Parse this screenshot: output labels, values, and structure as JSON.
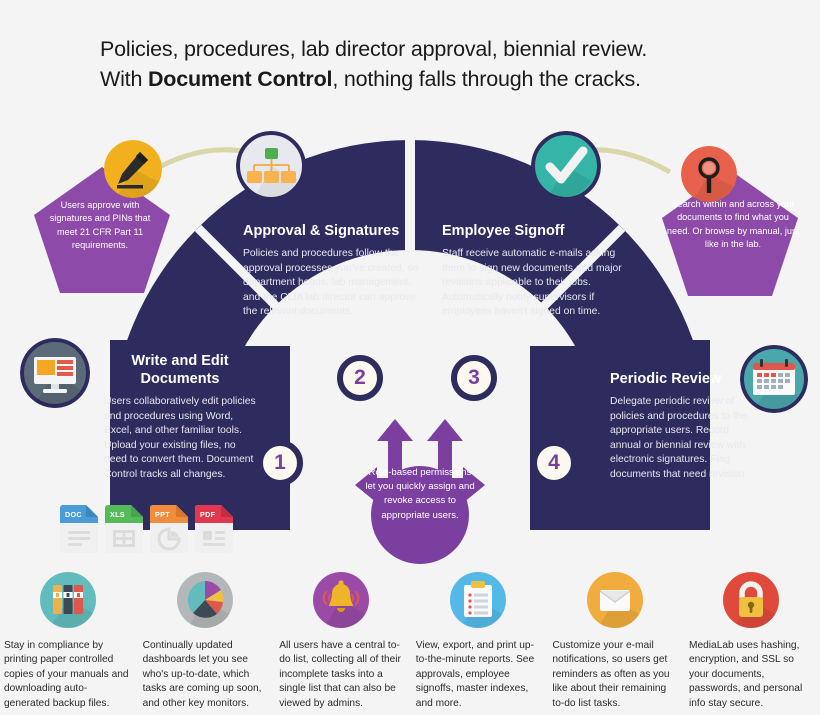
{
  "headline": {
    "line1": "Policies, procedures, lab director approval, biennial review.",
    "line2_pre": "With ",
    "line2_bold": "Document Control",
    "line2_post": ", nothing falls through the cracks."
  },
  "callouts": {
    "left": {
      "icon": "pencil-icon",
      "icon_color": "#f2b01e",
      "text": "Users approve with signatures and PINs that meet 21 CFR Part 11 requirements.",
      "fill": "#8d4aa8"
    },
    "right": {
      "icon": "magnifier-icon",
      "icon_color": "#e8614c",
      "text": "Search within and across your documents to find what you need. Or browse by manual, just like in the lab.",
      "fill": "#8d4aa8"
    }
  },
  "segments": [
    {
      "id": "approval",
      "number": "2",
      "icon": "org-chart-icon",
      "icon_color": "#e7e9ee",
      "title": "Approval & Signatures",
      "body": "Policies and procedures follow the approval processes you've created, so department heads, lab management, and the CLIA lab director can approve the relevant documents."
    },
    {
      "id": "signoff",
      "number": "3",
      "icon": "checkmark-icon",
      "icon_color": "#35b5a8",
      "title": "Employee Signoff",
      "body": "Staff receive automatic e-mails asking them to sign new documents and major revisions applicable to their jobs. Automatically notify supervisors if employees haven't signed on time."
    },
    {
      "id": "write",
      "number": "1",
      "icon": "monitor-icon",
      "icon_color": "#5c6b7a",
      "title_l1": "Write and Edit",
      "title_l2": "Documents",
      "body": "Users collaboratively edit policies and procedures using Word, Excel, and other familiar tools. Upload your existing files, no need to convert them. Document Control tracks all changes."
    },
    {
      "id": "review",
      "number": "4",
      "icon": "calendar-icon",
      "icon_color": "#4aa8ac",
      "title": "Periodic Review",
      "body": "Delegate periodic review of policies and procedures to the appropriate users. Record annual or biennial review with electronic signatures. Flag documents that need revision."
    }
  ],
  "numbers": {
    "one": "1",
    "two": "2",
    "three": "3",
    "four": "4"
  },
  "hub": {
    "text": "Role-based permissions let you quickly assign and revoke access to appropriate users.",
    "color": "#7b3fa0"
  },
  "file_icons": [
    {
      "label": "DOC",
      "color": "#4a9cd6",
      "shade": "#3a86bd",
      "glyph": "lines-icon"
    },
    {
      "label": "XLS",
      "color": "#56ba5b",
      "shade": "#46a44b",
      "glyph": "table-icon"
    },
    {
      "label": "PPT",
      "color": "#f08c3c",
      "shade": "#d9762a",
      "glyph": "pie-icon"
    },
    {
      "label": "PDF",
      "color": "#e0394f",
      "shade": "#c52c41",
      "glyph": "list-icon"
    }
  ],
  "features": [
    {
      "icon": "binders-icon",
      "icon_color": "#63bcbc",
      "text": "Stay in compliance by printing paper controlled copies of your manuals and downloading auto-generated backup files."
    },
    {
      "icon": "pie-chart-icon",
      "icon_color": "#b4b7b9",
      "text": "Continually updated dashboards let you see who's up-to-date, which tasks are coming up soon, and other key monitors."
    },
    {
      "icon": "bell-icon",
      "icon_color": "#9a4ba8",
      "text": "All users have a central to-do list, collecting all of their incomplete tasks into a single list that can also be viewed by admins."
    },
    {
      "icon": "clipboard-icon",
      "icon_color": "#55b9e8",
      "text": "View, export, and print up-to-the-minute reports. See approvals, employee signoffs, master indexes, and more."
    },
    {
      "icon": "envelope-icon",
      "icon_color": "#f0ac3c",
      "text": "Customize your e-mail notifications, so users get reminders as often as you like about their remaining to-do list tasks."
    },
    {
      "icon": "padlock-icon",
      "icon_color": "#e04a3c",
      "text": "MediaLab uses hashing, encryption, and SSL so your documents, passwords, and personal info stay secure."
    }
  ],
  "colors": {
    "background": "#f4f4f4",
    "arc_navy": "#2e2b5f",
    "purple": "#7b3fa0",
    "callout_purple": "#8d4aa8",
    "connector": "#d9d6a8",
    "number_text": "#7b3fa0"
  }
}
